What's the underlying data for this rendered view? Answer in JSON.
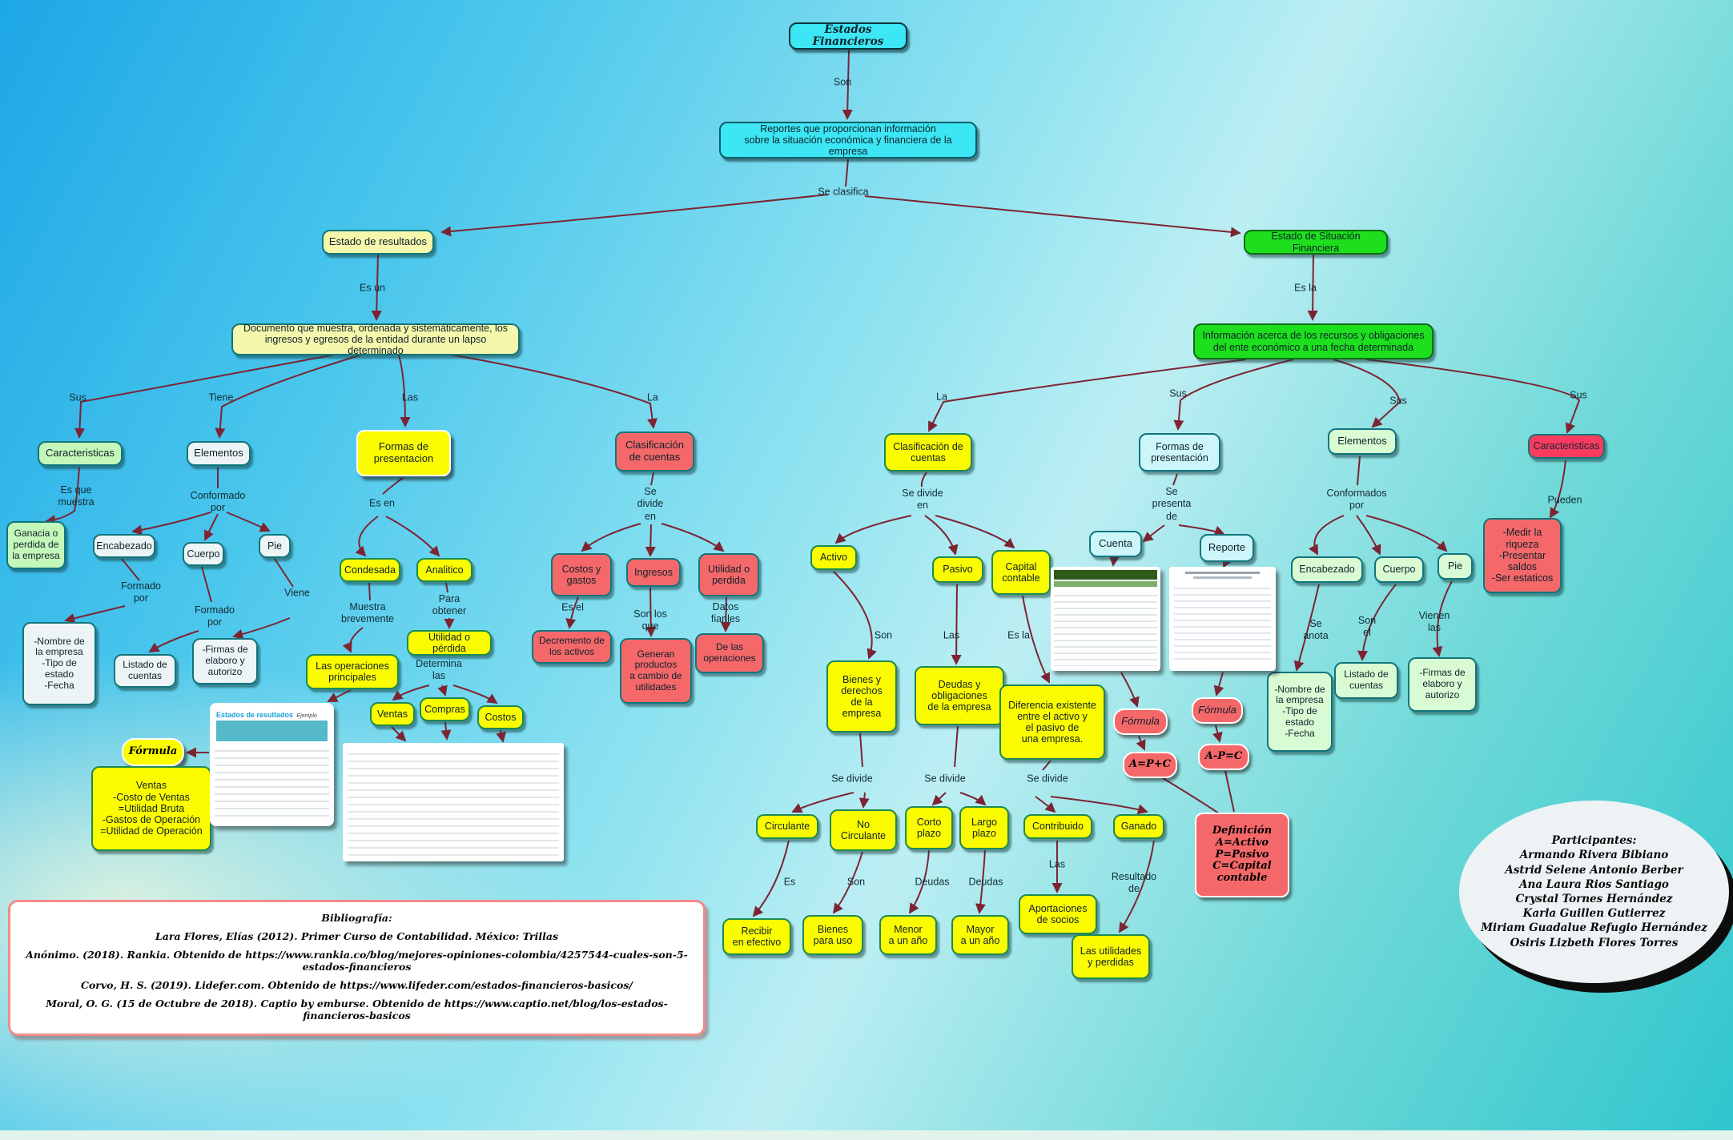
{
  "nodes": {
    "estados_financieros": "Estados Financieros",
    "reportes": "Reportes que proporcionan información\nsobre la situación económica y financiera de la empresa",
    "estado_resultados": "Estado de resultados",
    "documento": "Documento que muestra, ordenada y sistemáticamente, los\ningresos y egresos de la entidad durante un lapso determinado",
    "caracteristicas_l": "Caracteristicas",
    "elementos_l": "Elementos",
    "formas_presentacion_l": "Formas de\npresentacion",
    "clasificacion_l": "Clasificación\nde cuentas",
    "ganacia": "Ganacia o\nperdida de\nla empresa",
    "encabezado_l": "Encabezado",
    "cuerpo_l": "Cuerpo",
    "pie_l": "Pie",
    "nombre_l": "-Nombre de\nla empresa\n-Tipo de\nestado\n-Fecha",
    "listado_l": "Listado de\ncuentas",
    "firmas_l": "-Firmas de\nelaboro y\nautorizo",
    "condesada": "Condesada",
    "analitico": "Analitico",
    "las_operaciones": "Las operaciones\nprincipales",
    "utilidad_o_perdida": "Utilidad o pérdida",
    "ventas": "Ventas",
    "compras": "Compras",
    "costos": "Costos",
    "formula_l": "Fórmula",
    "formula_box": "Ventas\n-Costo de Ventas\n=Utilidad Bruta\n-Gastos de Operación\n=Utilidad de Operación",
    "costos_gastos": "Costos y\ngastos",
    "ingresos": "Ingresos",
    "utilidad_perdida_2": "Utilidad o\nperdida",
    "decremento": "Decremento de\nlos activos",
    "generan": "Generan\nproductos\na cambio de\nutilidades",
    "de_las_operaciones": "De las\noperaciones",
    "estado_situacion": "Estado de Situación Financiera",
    "informacion": "Información acerca de los recursos y obligaciones\ndel ente económico a una fecha determinada",
    "clasificacion_r": "Clasificación de\ncuentas",
    "formas_r": "Formas de\npresentación",
    "elementos_r": "Elementos",
    "caracteristicas_r": "Caracteristicas",
    "activo": "Activo",
    "pasivo": "Pasivo",
    "capital_contable": "Capital\ncontable",
    "bienes_derechos": "Bienes y\nderechos\nde la\nempresa",
    "deudas_obligaciones": "Deudas y\nobligaciones\nde la empresa",
    "diferencia": "Diferencia existente\nentre el activo y\nel pasivo de\nuna empresa.",
    "circulante": "Circulante",
    "no_circulante": "No\nCirculante",
    "corto_plazo": "Corto\nplazo",
    "largo_plazo": "Largo\nplazo",
    "contribuido": "Contribuido",
    "ganado": "Ganado",
    "recibir": "Recibir\nen efectivo",
    "bienes_uso": "Bienes\npara uso",
    "menor": "Menor\na un año",
    "mayor": "Mayor\na un año",
    "aportaciones": "Aportaciones\nde socios",
    "las_utilidades": "Las utilidades\ny perdidas",
    "cuenta": "Cuenta",
    "reporte": "Reporte",
    "formula_r1": "Fórmula",
    "formula_r2": "Fórmula",
    "apc1": "A=P+C",
    "apc2": "A-P=C",
    "definicion": "Definición\nA=Activo\nP=Pasivo\nC=Capital\ncontable",
    "encabezado_r": "Encabezado",
    "cuerpo_r": "Cuerpo",
    "pie_r": "Pie",
    "nombre_r": "-Nombre de\nla empresa\n-Tipo de\nestado\n-Fecha",
    "listado_r": "Listado de\ncuentas",
    "firmas_r": "-Firmas de\nelaboro y\nautorizo",
    "medir": "-Medir la\nriqueza\n-Presentar\nsaldos\n-Ser estaticos"
  },
  "edges": {
    "son": "Son",
    "se_clasifica": "Se clasifica",
    "es_un": "Es un",
    "sus_l": "Sus",
    "tiene": "Tiene",
    "las_l": "Las",
    "la_l": "La",
    "es_que_muestra": "Es que\nmuestra",
    "conformado_por": "Conformado\npor",
    "formado_por_1": "Formado\npor",
    "formado_por_2": "Formado\npor",
    "viene": "Viene",
    "es_en": "Es en",
    "muestra_brevemente": "Muestra\nbrevemente",
    "para_obtener": "Para\nobtener",
    "determina_las": "Determina\nlas",
    "se_divide_en_l": "Se\ndivide\nen",
    "es_el": "Es el",
    "son_los_que": "Son los\nque",
    "datos_fianles": "Datos\nfianles",
    "es_la_1": "Es la",
    "la_r": "La",
    "sus_r1": "Sus",
    "sus_r2": "Sus",
    "sus_r3": "Sus",
    "se_divide_en_r": "Se divide\nen",
    "son_1": "Son",
    "las_1": "Las",
    "es_la_2": "Es la",
    "se_divide_1": "Se divide",
    "se_divide_2": "Se divide",
    "se_divide_3": "Se divide",
    "es_1": "Es",
    "son_2": "Son",
    "deudas_1": "Deudas",
    "deudas_2": "Deudas",
    "las_2": "Las",
    "resultado_de": "Resultado\nde",
    "se_presenta_de": "Se\npresenta\nde",
    "conformados_por": "Conformados\npor",
    "se_anota": "Se\nanota",
    "son_el": "Son\nel",
    "vienen_las": "Vienen\nlas",
    "pueden": "Pueden"
  },
  "images": {
    "income_example_title": "Estados de resultados",
    "income_example_tag": "Ejemplo"
  },
  "bibliography": {
    "title": "Bibliografía:",
    "lines": [
      "Lara Flores, Elías (2012). Primer Curso de Contabilidad. México: Trillas",
      "Anónimo. (2018). Rankia. Obtenido de https://www.rankia.co/blog/mejores-opiniones-colombia/4257544-cuales-son-5-estados-financieros",
      "Corvo, H. S. (2019). Lidefer.com. Obtenido de https://www.lifeder.com/estados-financieros-basicos/",
      "Moral, O. G. (15 de Octubre de 2018). Captio by emburse. Obtenido de https://www.captio.net/blog/los-estados-financieros-basicos"
    ]
  },
  "participants": {
    "title": "Participantes:",
    "names": [
      "Armando Rivera Bibiano",
      "Astrid Selene Antonio Berber",
      "Ana Laura Rios Santiago",
      "Crystal Tornes Hernández",
      "Karla Guillen Gutierrez",
      "Miriam Guadalue Refugio Hernández",
      "Osiris Lizbeth Flores Torres"
    ]
  },
  "colors": {
    "arrow": "#7d2433",
    "cyan_node": "#3ce6f4",
    "yellow_node": "#fcfc00",
    "green_node": "#1ddf1d",
    "red_node": "#f4686a",
    "crimson_node": "#f83b5e"
  }
}
